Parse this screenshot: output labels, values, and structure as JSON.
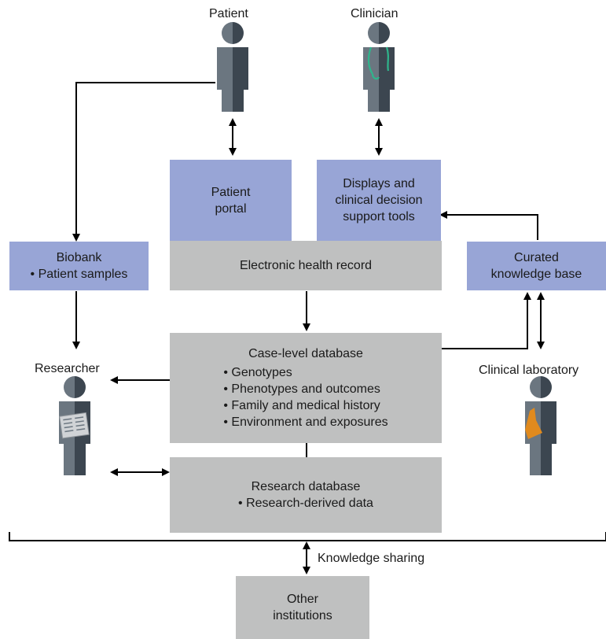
{
  "actors": {
    "patient": "Patient",
    "clinician": "Clinician",
    "researcher": "Researcher",
    "clinical_laboratory": "Clinical laboratory"
  },
  "boxes": {
    "patient_portal": [
      "Patient",
      "portal"
    ],
    "displays": [
      "Displays and",
      "clinical decision",
      "support tools"
    ],
    "ehr": "Electronic health record",
    "biobank": {
      "title": "Biobank",
      "items": [
        "Patient samples"
      ]
    },
    "curated_kb": [
      "Curated",
      "knowledge base"
    ],
    "case_db": {
      "title": "Case-level database",
      "items": [
        "Genotypes",
        "Phenotypes and outcomes",
        "Family and medical history",
        "Environment and exposures"
      ]
    },
    "research_db": {
      "title": "Research database",
      "items": [
        "Research-derived data"
      ]
    },
    "other_institutions": [
      "Other",
      "institutions"
    ]
  },
  "knowledge_sharing": "Knowledge sharing",
  "colors": {
    "blue_box": "#98a5d6",
    "gray_box": "#bfc0c0",
    "figure_dark": "#3c4650",
    "figure_light": "#6b7680",
    "stethoscope": "#2fb58c",
    "flask": "#e08a1e"
  }
}
